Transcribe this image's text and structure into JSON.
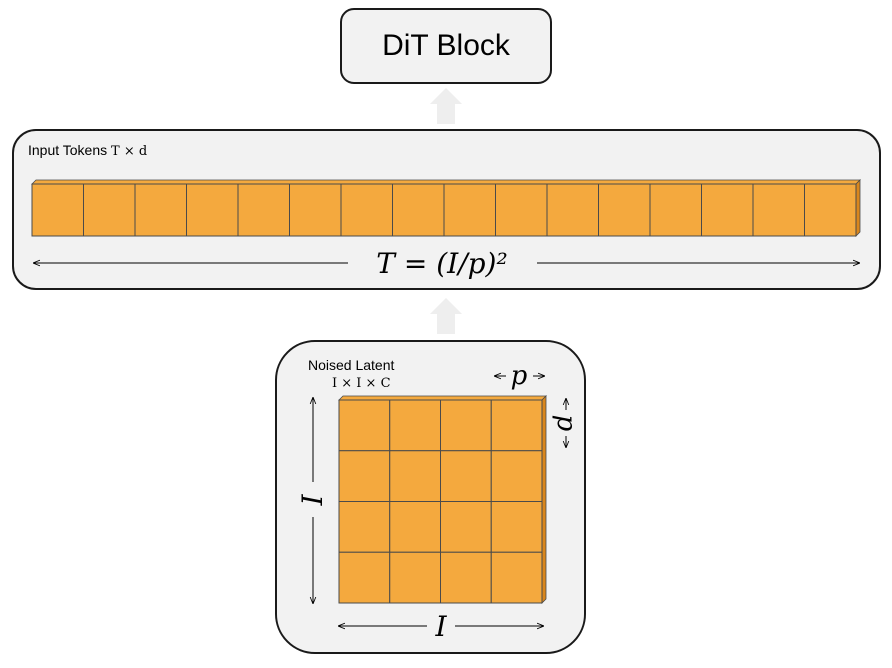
{
  "dit_block": {
    "label": "DiT Block"
  },
  "tokens": {
    "title": "Input Tokens",
    "shape": "T × d",
    "count": 16,
    "formula": "T = (I/p)²"
  },
  "latent": {
    "title": "Noised Latent",
    "shape": "I × I × C",
    "grid_size": 4,
    "side_label": "I",
    "patch_label": "p"
  },
  "colors": {
    "patch_fill": "#f4a93e",
    "patch_side": "#d9861c",
    "patch_stroke": "#4a4a4a",
    "arrow_fill": "#eeeeee",
    "box_fill": "#f2f2f2",
    "box_stroke": "#1a1a1a"
  }
}
